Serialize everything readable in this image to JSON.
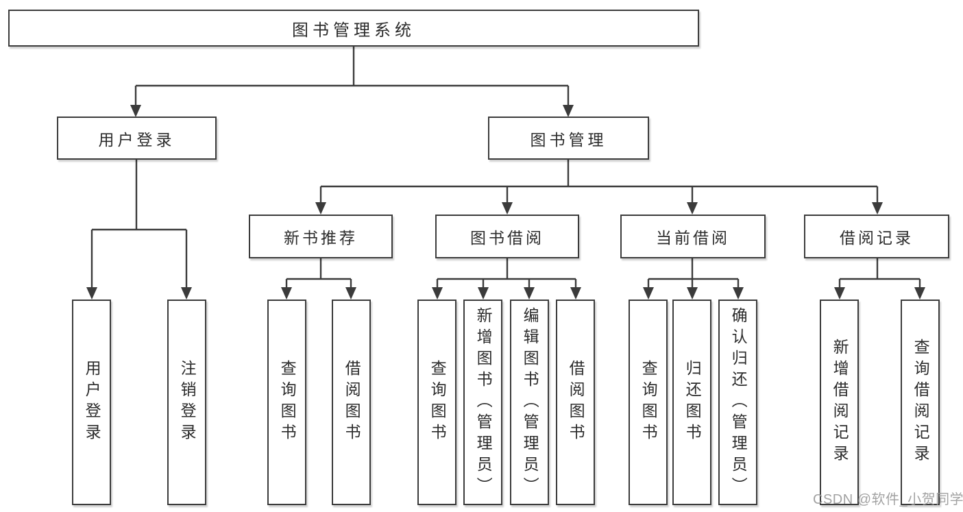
{
  "tree": {
    "label": "图书管理系统",
    "children": [
      {
        "label": "用户登录",
        "children": [
          {
            "label": "用户登录"
          },
          {
            "label": "注销登录"
          }
        ]
      },
      {
        "label": "图书管理",
        "children": [
          {
            "label": "新书推荐",
            "children": [
              {
                "label": "查询图书"
              },
              {
                "label": "借阅图书"
              }
            ]
          },
          {
            "label": "图书借阅",
            "children": [
              {
                "label": "查询图书"
              },
              {
                "label": "新增图书（管理员）"
              },
              {
                "label": "编辑图书（管理员）"
              },
              {
                "label": "借阅图书"
              }
            ]
          },
          {
            "label": "当前借阅",
            "children": [
              {
                "label": "查询图书"
              },
              {
                "label": "归还图书"
              },
              {
                "label": "确认归还（管理员）"
              }
            ]
          },
          {
            "label": "借阅记录",
            "children": [
              {
                "label": "新增借阅记录"
              },
              {
                "label": "查询借阅记录"
              }
            ]
          }
        ]
      }
    ]
  },
  "watermark": {
    "text": "CSDN @软件_小贺同学"
  },
  "colors": {
    "line": "#3b3b3b",
    "text": "#2b2b2b",
    "background": "#ffffff",
    "box_background": "#ffffff",
    "watermark": "#9b9b9b"
  }
}
